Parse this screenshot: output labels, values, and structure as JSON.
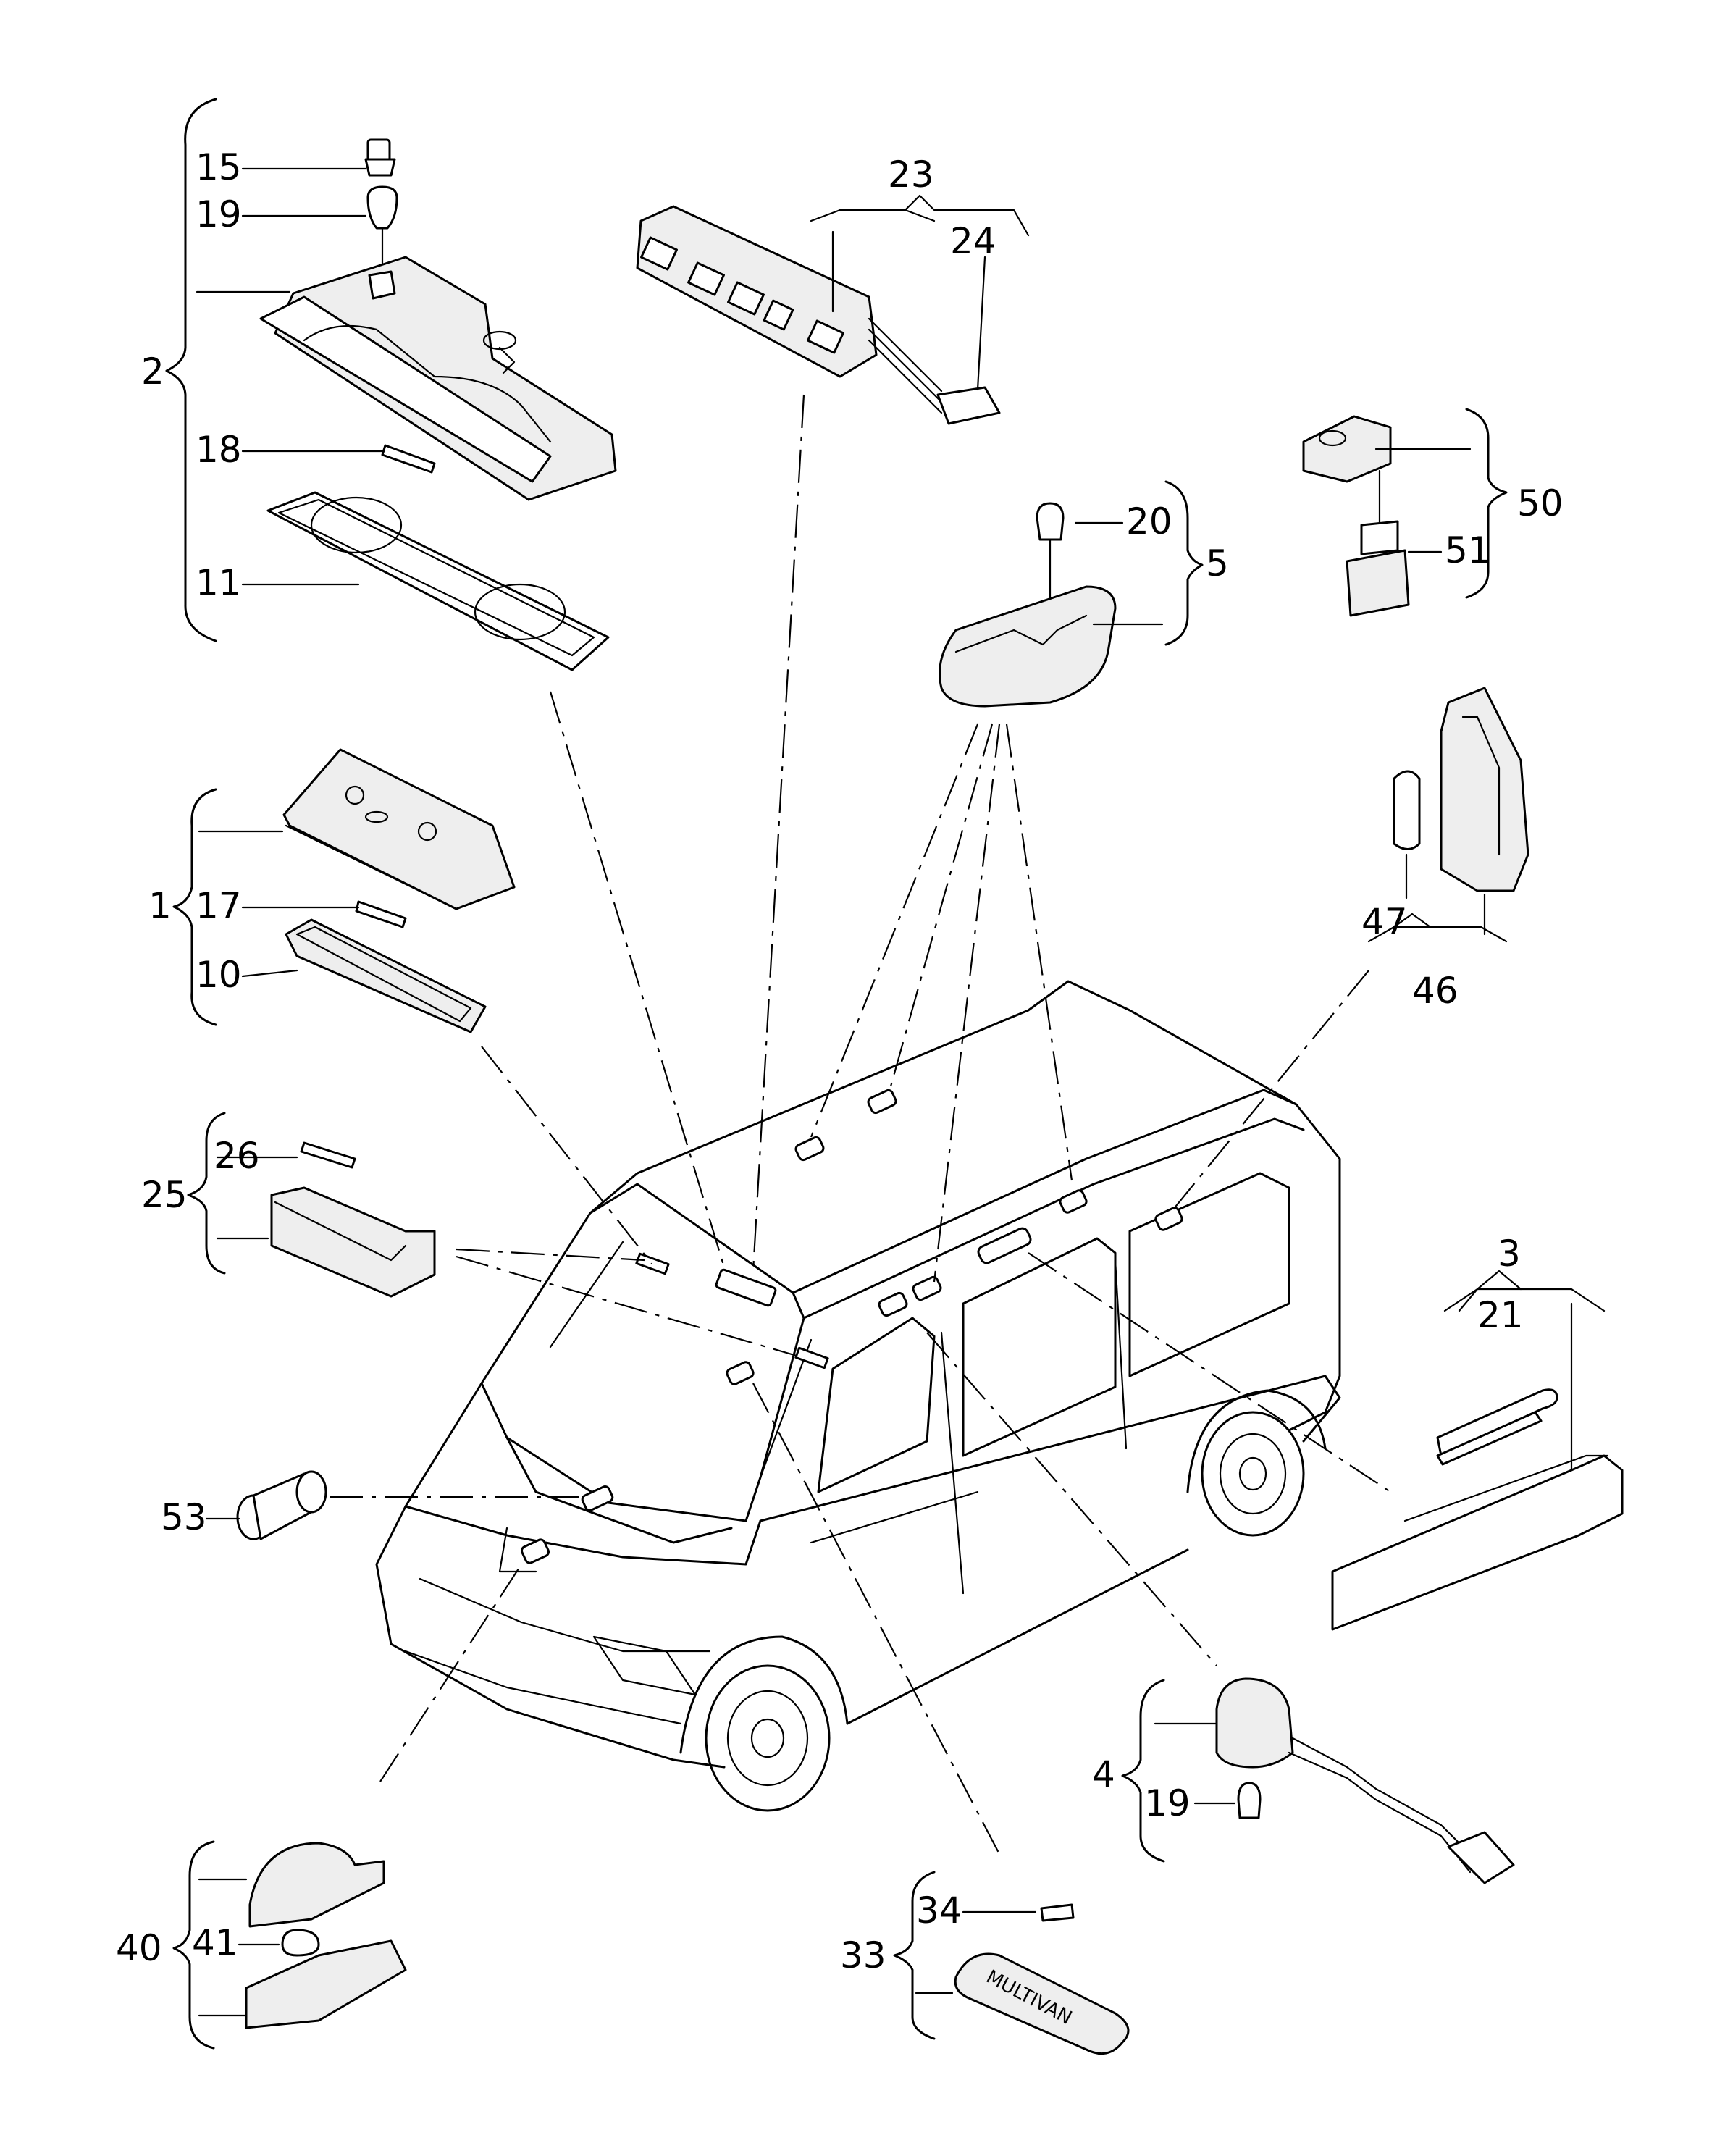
{
  "callouts": {
    "c1": "1",
    "c2": "2",
    "c3": "3",
    "c4": "4",
    "c5": "5",
    "c10": "10",
    "c11": "11",
    "c15": "15",
    "c17": "17",
    "c18": "18",
    "c19a": "19",
    "c19b": "19",
    "c20": "20",
    "c21": "21",
    "c23": "23",
    "c24": "24",
    "c25": "25",
    "c26": "26",
    "c33": "33",
    "c34": "34",
    "c40": "40",
    "c41": "41",
    "c46": "46",
    "c47": "47",
    "c50": "50",
    "c51": "51",
    "c53": "53"
  },
  "badges": {
    "mulivan": "MULTIVAN"
  }
}
